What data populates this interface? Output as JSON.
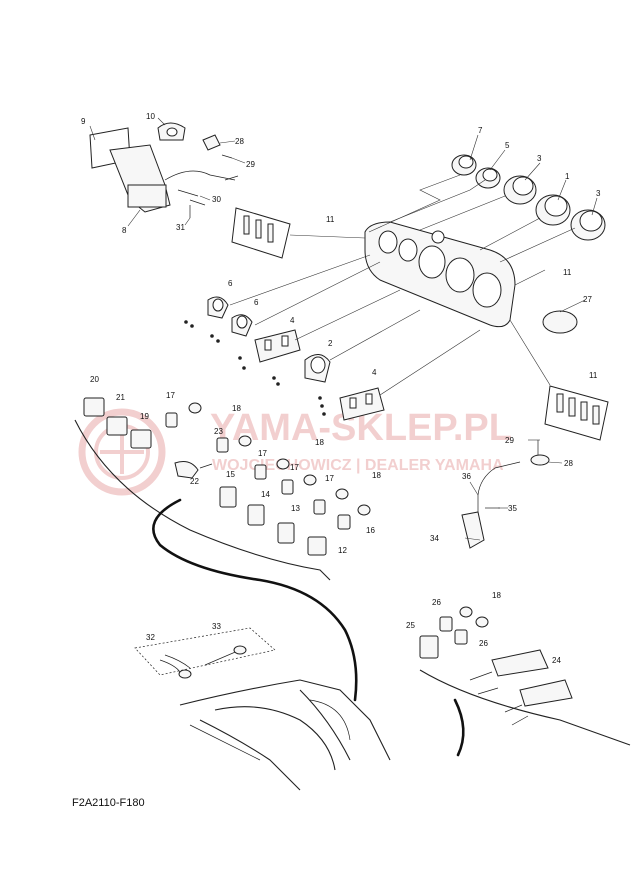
{
  "diagram_code": "F2A2110-F180",
  "watermark": {
    "title": "YAMA-SKLEP.PL",
    "subtitle": "WOJCIECHOWICZ | DEALER YAMAHA",
    "color": "#e8a8a8"
  },
  "callouts": {
    "c1": "1",
    "c2": "2",
    "c3a": "3",
    "c3b": "3",
    "c4a": "4",
    "c4b": "4",
    "c5": "5",
    "c6a": "6",
    "c6b": "6",
    "c7": "7",
    "c8": "8",
    "c9": "9",
    "c10": "10",
    "c11a": "11",
    "c11b": "11",
    "c11c": "11",
    "c12": "12",
    "c13": "13",
    "c14": "14",
    "c15": "15",
    "c16": "16",
    "c17a": "17",
    "c17b": "17",
    "c17c": "17",
    "c17d": "17",
    "c18a": "18",
    "c18b": "18",
    "c18c": "18",
    "c18d": "18",
    "c19": "19",
    "c20": "20",
    "c21": "21",
    "c22": "22",
    "c23": "23",
    "c24": "24",
    "c25": "25",
    "c26a": "26",
    "c26b": "26",
    "c27": "27",
    "c28a": "28",
    "c28b": "28",
    "c29a": "29",
    "c29b": "29",
    "c30": "30",
    "c31": "31",
    "c32": "32",
    "c33": "33",
    "c34": "34",
    "c35": "35",
    "c36": "36"
  }
}
